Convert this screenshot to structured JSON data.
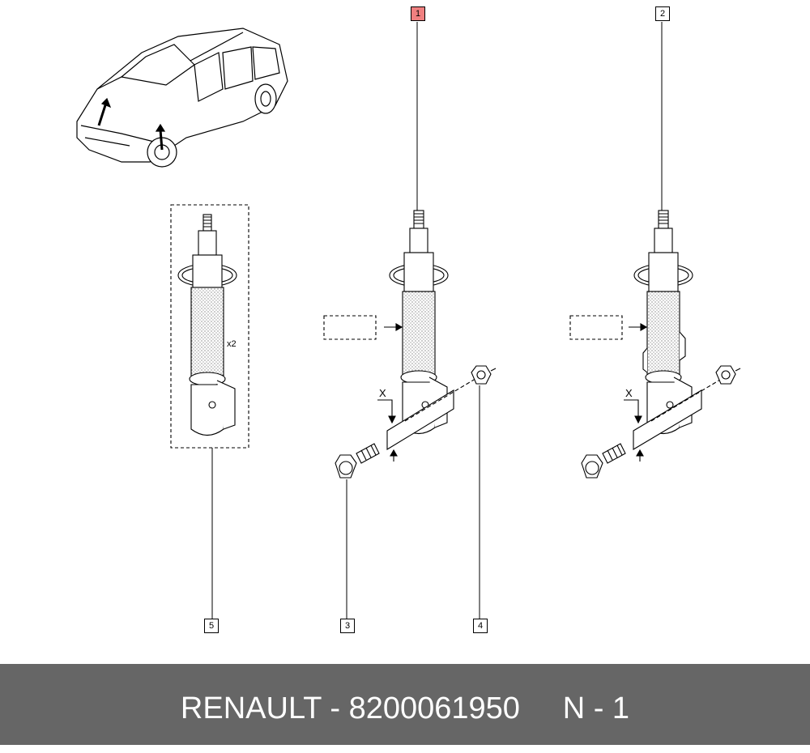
{
  "callouts": [
    "1",
    "2",
    "3",
    "4",
    "5"
  ],
  "highlighted_callout": "1",
  "quantity_label": "x2",
  "section_marks": [
    "X",
    "X"
  ],
  "footer": {
    "brand": "RENAULT",
    "part_number": "8200061950",
    "position": "N - 1"
  },
  "colors": {
    "footer_bg": "#666666",
    "highlight": "#f08080",
    "line": "#000000"
  }
}
